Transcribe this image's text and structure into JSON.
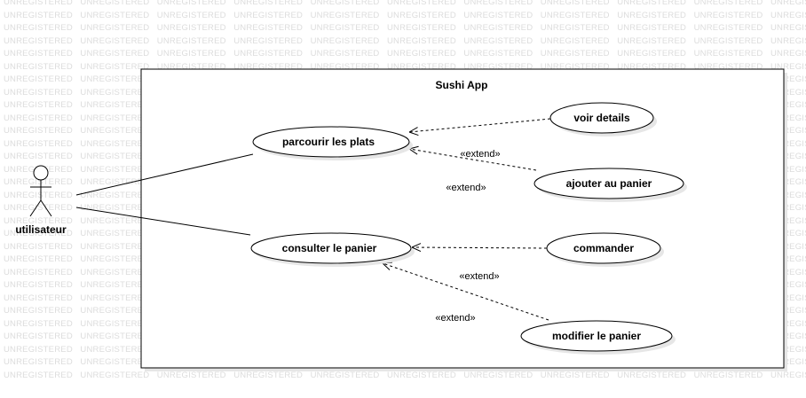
{
  "watermark": {
    "text": "UNREGISTERED"
  },
  "system": {
    "title": "Sushi App"
  },
  "actor": {
    "label": "utilisateur"
  },
  "use_cases": {
    "parcourir": "parcourir les plats",
    "voir_details": "voir details",
    "ajouter_panier": "ajouter au panier",
    "consulter_panier": "consulter le panier",
    "commander": "commander",
    "modifier_panier": "modifier le panier"
  },
  "relations": {
    "extend_1": "«extend»",
    "extend_2": "«extend»",
    "extend_3": "«extend»",
    "extend_4": "«extend»"
  },
  "colors": {
    "stroke": "#000000",
    "shadow": "#e6e6e6",
    "watermark": "#dcdcdc"
  }
}
